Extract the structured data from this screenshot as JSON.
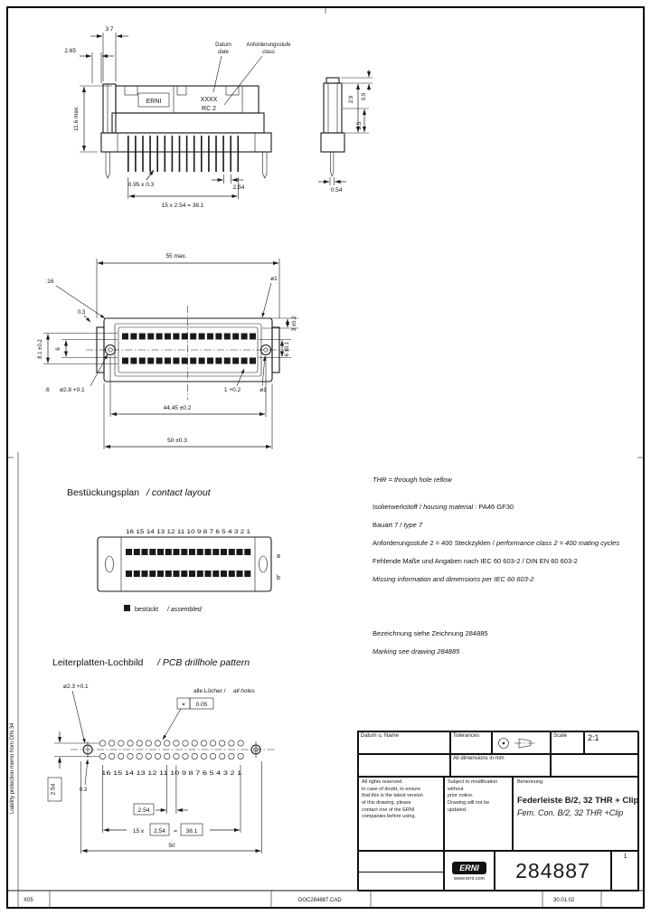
{
  "colors": {
    "ink": "#1a1a1a",
    "paper": "#ffffff"
  },
  "side_view": {
    "dim_3_7": "3.7",
    "dim_2_65": "2.65",
    "dim_11_6": "11.6 max.",
    "brand": "ERNI",
    "marking_placeholder": "XXXX",
    "marking_rc": "RC 2",
    "callout_datum_de": "Datum",
    "callout_datum_en": "date",
    "callout_class_de": "Anforderungsstufe",
    "callout_class_en": "class",
    "dim_pin": "0.95 x 0.3",
    "dim_pitch": "2.54",
    "dim_row": "15 x 2.54 = 38.1",
    "dim_2_9": "2.9",
    "dim_0_9": "0.9",
    "dim_2_5": "2.5",
    "dim_0_54": "0.54"
  },
  "front_view": {
    "dim_55": "55 max.",
    "callout_tl": ":16",
    "callout_tr": "ø1",
    "dim_8_1": "8.1 ±0.2",
    "dim_6_left": "6",
    "dim_0_3": "0.3",
    "dim_3": "3 ±0.2",
    "dim_6_right": "6 ±0.1",
    "callout_bl_a": ":6",
    "callout_bl_b": "ø2.8 +0.1",
    "dim_1": "1 +0.2",
    "callout_br": "ø1",
    "dim_44": "44.45 ±0.2",
    "dim_50": "50 ±0.3"
  },
  "contact_layout": {
    "title_de": "Bestückungsplan",
    "title_en": "/ contact layout",
    "pin_numbers": "16 15 14 13 12 11 10 9 8 7 6 5 4 3 2 1",
    "row_a": "a",
    "row_b": "b",
    "legend_de": "bestückt",
    "legend_en": "/ assembled"
  },
  "drill_pattern": {
    "title_de": "Leiterplatten-Lochbild",
    "title_en": "/ PCB drillhole pattern",
    "hole_dia": "ø2.3 +0.1",
    "all_holes_de": "alle Löcher /",
    "all_holes_en": "all holes",
    "pos_symbol": "⌖",
    "pos_tol": "0.05",
    "pin_numbers": "16 15 14 13 12 11 10 9 8 7 6 5 4 3 2 1",
    "dim_row_pitch_v": "2.54",
    "dim_0_3": "0.3",
    "dim_pitch": "2.54",
    "formula_prefix": "15 x",
    "formula_pitch": "2.54",
    "formula_eq": "=",
    "formula_total": "38.1",
    "dim_50": "50"
  },
  "notes": {
    "line1": "THR = through hole reflow",
    "line2_de": "Isolierwerkstoff / ",
    "line2_en": "housing material",
    "line2_val": " : PA46 GF30",
    "line3_de": "Bauart 7 / ",
    "line3_en": "type 7",
    "line4_de": "Anforderungsstufe 2 = 400 Steckzyklen / ",
    "line4_en": "performance class 2 = 400 mating cycles",
    "line5": "Fehlende Maße und Angaben nach IEC 60 603-2 / DIN EN 60 603-2",
    "line6": "Missing information and dimensions per IEC 60 603-2",
    "line7": "Bezeichnung siehe Zeichnung 284885",
    "line8": "Marking see drawing 284885"
  },
  "title_block": {
    "header_left": "Datum u. Name",
    "tolerances": "Tolerances",
    "units": "All dimensions in mm",
    "scale_label": "Scale",
    "scale_value": "2:1",
    "rights": "All rights reserved.\nIn case of doubt, to ensure\nthat this is the latest version\nof this drawing, please\ncontact one of the ERNI\ncompanies before using.",
    "modification": "Subject to modification without\nprior notice.\nDrawing will not be updated.",
    "title_label": "Benennung",
    "title_de": "Federleiste B/2, 32 THR + Clip",
    "title_en": "Fem. Con. B/2, 32 THR +Clip",
    "logo": "ERNI",
    "website": "www.erni.com",
    "part_number": "284887",
    "sheet": "1"
  },
  "footer": {
    "rev": "X05",
    "doc": "DOC284887.CAD",
    "date": "30.01.02"
  },
  "margin_note": "Liability protection memo from DIN 34"
}
